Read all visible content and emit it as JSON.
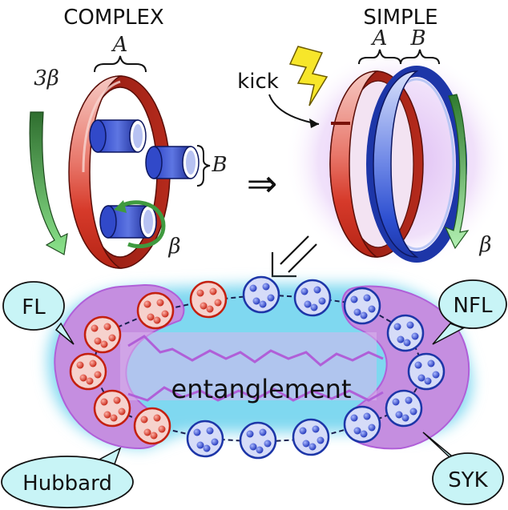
{
  "labels": {
    "complex_title": "COMPLEX",
    "simple_title": "SIMPLE",
    "subsystem_a_left": "A",
    "subsystem_b_left": "B",
    "subsystem_a_right": "A",
    "subsystem_b_right": "B",
    "three_beta": "3β",
    "beta_left": "β",
    "beta_right": "β",
    "kick": "kick",
    "implies": "⇒",
    "entanglement": "entanglement",
    "callout_fl": "FL",
    "callout_nfl": "NFL",
    "callout_hubbard": "Hubbard",
    "callout_syk": "SYK"
  },
  "colors": {
    "red_ring": "#d63a2a",
    "blue_ring": "#3a5fd6",
    "green_arrow": "#4aa84a",
    "purple_halo": "#c9a0e8",
    "cyan_glow": "#7fd8f0",
    "callout_fill": "#c8f4f6"
  }
}
